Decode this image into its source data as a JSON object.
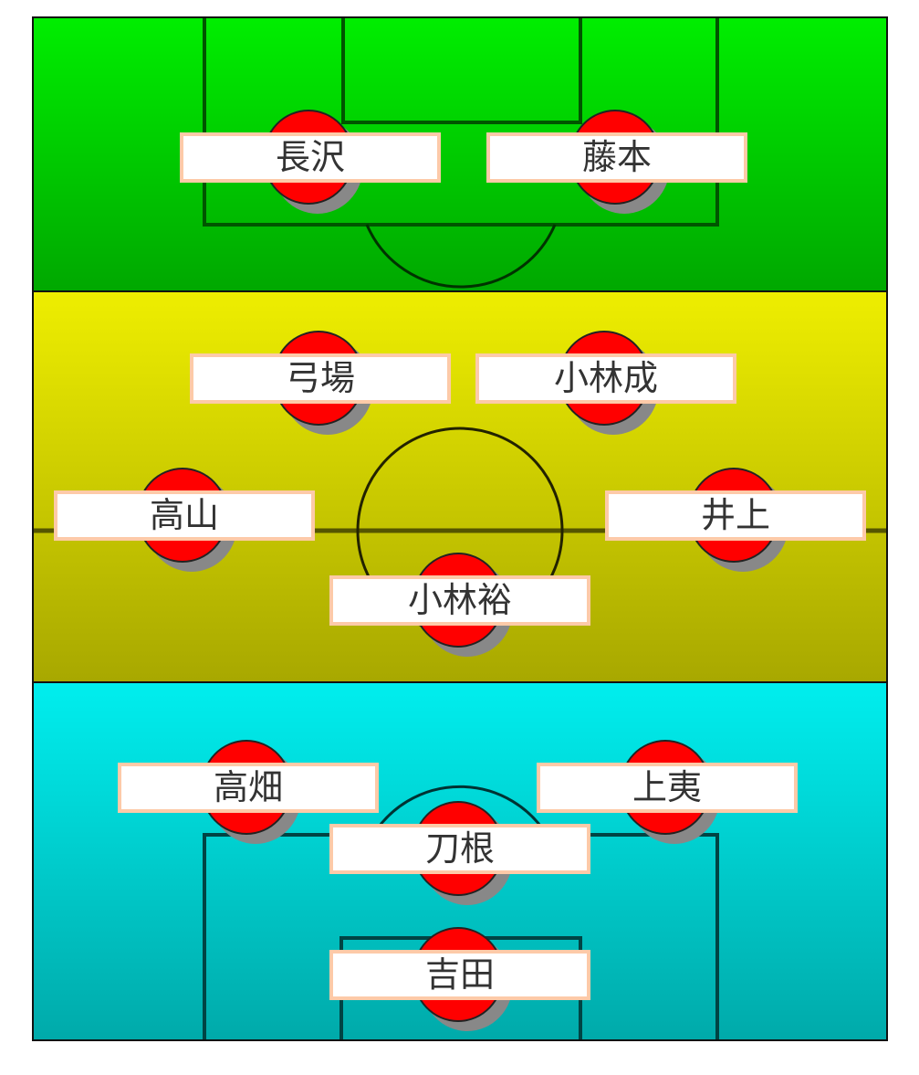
{
  "formation": {
    "forwards": [
      "長沢",
      "藤本"
    ],
    "midfielders": [
      "弓場",
      "小林成",
      "高山",
      "井上",
      "小林裕"
    ],
    "defenders": [
      "高畑",
      "上夷",
      "刀根"
    ],
    "goalkeeper": "吉田"
  },
  "colors": {
    "forward_zone": "#00cc00",
    "midfield_zone": "#cccc00",
    "defense_zone": "#00cccc",
    "player_marker": "#ff0000",
    "label_border": "#fdcaa8"
  }
}
